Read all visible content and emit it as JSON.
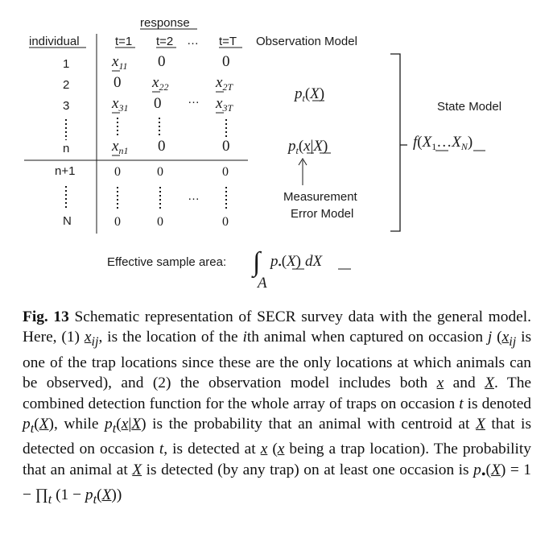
{
  "header": {
    "response_label": "response",
    "individual_label": "individual",
    "t1": "t=1",
    "t2": "t=2",
    "ellipsis": "…",
    "tT": "t=T",
    "observation_model": "Observation Model"
  },
  "rows_top": [
    {
      "label": "1",
      "c1": "x",
      "c1_sub": "11",
      "c2": "0",
      "c3": "0"
    },
    {
      "label": "2",
      "c1": "0",
      "c2": "x",
      "c2_sub": "22",
      "c3": "x",
      "c3_sub": "2T"
    },
    {
      "label": "3",
      "c1": "x",
      "c1_sub": "31",
      "c2": "0",
      "c3": "x",
      "c3_sub": "3T"
    },
    {
      "label": "n",
      "c1": "x",
      "c1_sub": "n1",
      "c2": "0",
      "c3": "0"
    }
  ],
  "rows_bottom": [
    {
      "label": "n+1",
      "c1": "0",
      "c2": "0",
      "c3": "0"
    },
    {
      "label": "N",
      "c1": "0",
      "c2": "0",
      "c3": "0"
    }
  ],
  "models": {
    "pt_X": {
      "p": "p",
      "t": "t",
      "open": "(",
      "X": "X",
      "close": ")"
    },
    "pt_xX": {
      "p": "p",
      "t": "t",
      "open": "(",
      "x": "x",
      "bar": "|",
      "X": "X",
      "close": ")"
    },
    "measurement_line1": "Measurement",
    "measurement_line2": "Error Model",
    "state_model": "State Model",
    "f_expr": {
      "f": "f",
      "open": "(",
      "X1": "X",
      "one": "1",
      "dots": "…",
      "XN": "X",
      "N": "N",
      "close": ")"
    }
  },
  "effective": {
    "label": "Effective sample area:",
    "integral": "∫",
    "p": "p",
    "dot": "•",
    "open": "(",
    "X": "X",
    "close": ")",
    "d": "d",
    "X2": "X",
    "A": "A"
  },
  "caption": {
    "label": "Fig. 13",
    "seg1": " Schematic representation of SECR survey data with the general model. Here, (1) ",
    "x1": "x",
    "x1_sub": "ij",
    "seg2": ", is the location of the ",
    "i": "i",
    "seg3": "th animal when captured on occasion ",
    "j": "j",
    "seg4": " (",
    "x2": "x",
    "x2_sub": "ij",
    "seg5": " is one of the trap locations since these are the only locations at which animals can be observed), and (2) the observation model includes both ",
    "x3": "x",
    "seg6": " and ",
    "X3": "X",
    "seg7": ". The combined detection function for the whole array of traps on occasion ",
    "t1": "t",
    "seg8": " is denoted ",
    "p1": "p",
    "p1_sub": "t",
    "seg9": "(",
    "X4": "X",
    "seg10": "), while ",
    "p2": "p",
    "p2_sub": "t",
    "seg11": "(",
    "x4": "x",
    "seg12": "|",
    "X5": "X",
    "seg13": ") is the probability that an animal with centroid at ",
    "X6": "X",
    "seg14": " that is detected on occasion ",
    "t2": "t",
    "seg15": ", is detected at ",
    "x5": "x",
    "seg16": " (",
    "x6": "x",
    "seg17": " being a trap location). The probability that an animal at ",
    "X7": "X",
    "seg18": " is detected (by any trap) on at least one occasion is ",
    "p3": "p",
    "dot": "•",
    "seg19": "(",
    "X8": "X",
    "seg20": ") = 1 − ∏",
    "t3": "t",
    "seg21": " (1 − ",
    "p4": "p",
    "p4_sub": "t",
    "seg22": "(",
    "X9": "X",
    "seg23": "))"
  }
}
